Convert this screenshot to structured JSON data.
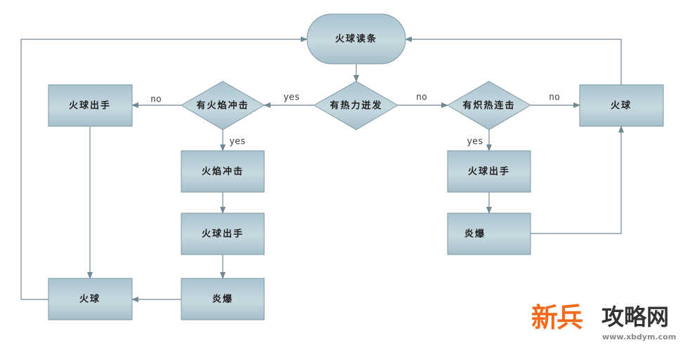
{
  "nodes": {
    "start": "火球读条",
    "d_heat": "有热力迸发",
    "d_flame": "有火焰冲击",
    "d_blazing": "有炽热连击",
    "left_cast": "火球出手",
    "right_fireball": "火球",
    "flame_strike": "火焰冲击",
    "mid_cast": "火球出手",
    "mid_pyro": "炎爆",
    "bottom_fireball": "火球",
    "right_cast": "火球出手",
    "right_pyro": "炎爆"
  },
  "edges": {
    "heat_yes": "yes",
    "heat_no": "no",
    "flame_no": "no",
    "flame_yes": "yes",
    "blazing_no": "no",
    "blazing_yes": "yes"
  },
  "colors": {
    "node_fill_top": "#a9c3cf",
    "node_fill_mid": "#c8d9e0",
    "stroke": "#6f8894",
    "watermark": "#f26a1b"
  },
  "watermark": {
    "brand_orange": "新兵",
    "brand_dark": "攻略网",
    "url": "www.xbdym.com"
  }
}
